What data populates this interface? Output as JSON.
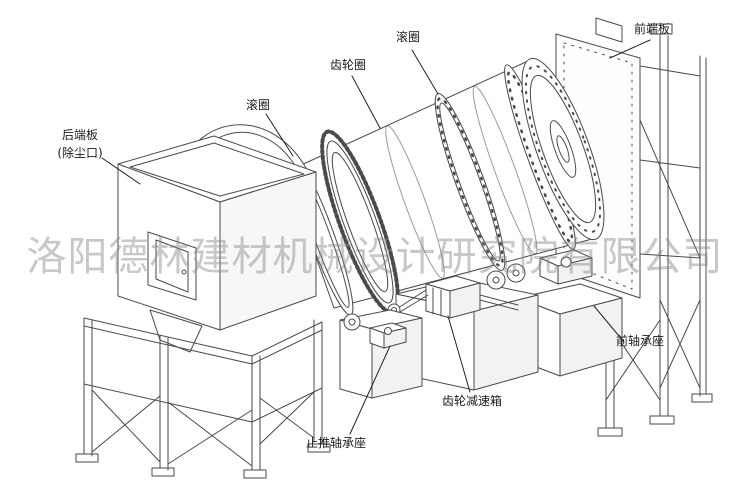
{
  "watermark": {
    "text": "洛阳德林建材机械设计研究院有限公司"
  },
  "labels": {
    "riding_ring_top": "滚圈",
    "front_end_plate": "前端板",
    "gear_ring": "齿轮圈",
    "riding_ring_left": "滚圈",
    "rear_end_plate": "后端板",
    "rear_end_plate_port": "(除尘口)",
    "front_bearing_seat": "前轴承座",
    "gear_reduction_box": "齿轮减速箱",
    "thrust_bearing_seat": "止推轴承座"
  }
}
